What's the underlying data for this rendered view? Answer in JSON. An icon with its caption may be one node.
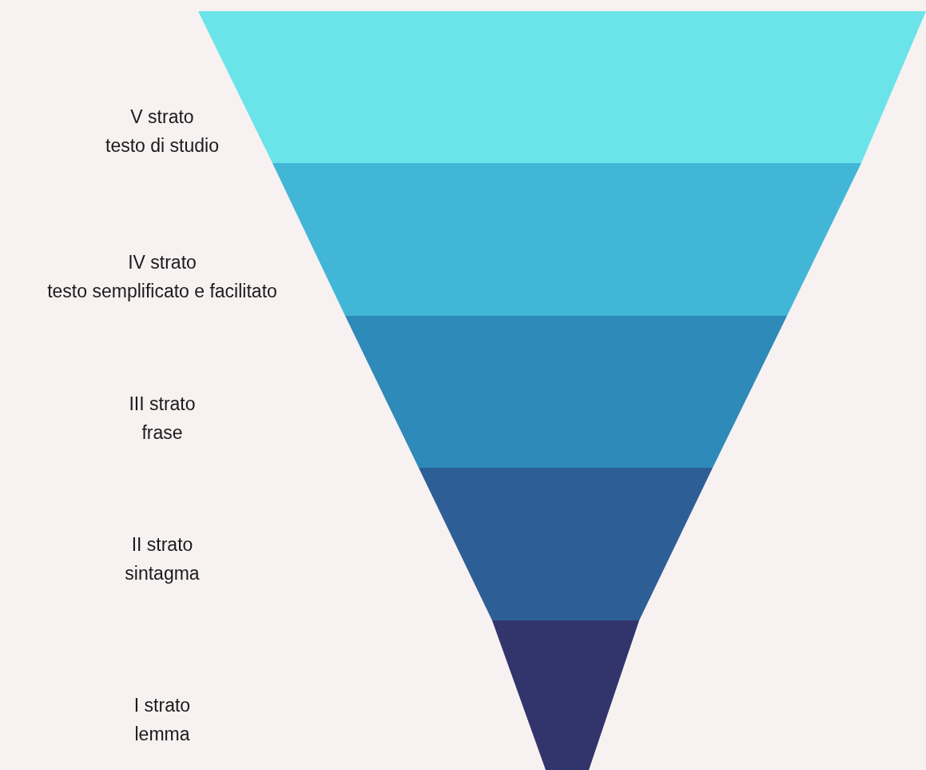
{
  "diagram": {
    "nodes": [
      {
        "text": [],
        "shape": "trapezoid",
        "beside": [
          "V strato",
          "testo di studio"
        ]
      },
      {
        "text": [],
        "shape": "trapezoid",
        "beside": [
          "IV strato",
          "testo semplificato e facilitato"
        ]
      },
      {
        "text": [],
        "shape": "trapezoid",
        "beside": [
          "III strato",
          "frase"
        ]
      },
      {
        "text": [],
        "shape": "trapezoid",
        "beside": [
          "II strato",
          "sintagma"
        ]
      },
      {
        "text": [],
        "shape": "trapezoid",
        "beside": [
          "I strato",
          "lemma"
        ]
      }
    ]
  }
}
